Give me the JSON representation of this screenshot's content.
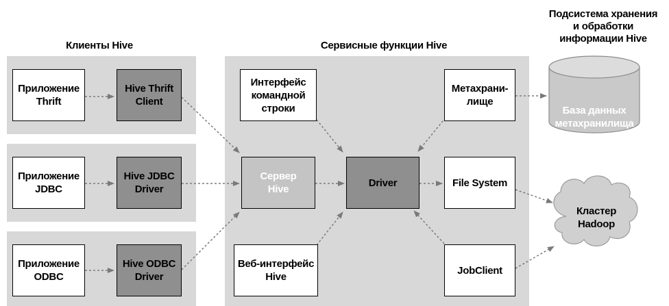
{
  "headings": {
    "clients": "Клиенты Hive",
    "services": "Сервисные функции Hive",
    "storage": "Подсистема хранения\nи обработки\nинформации Hive"
  },
  "clients": {
    "thrift_app": "Приложение\nThrift",
    "thrift_client": "Hive Thrift\nClient",
    "jdbc_app": "Приложение\nJDBC",
    "jdbc_driver": "Hive JDBC\nDriver",
    "odbc_app": "Приложение\nODBC",
    "odbc_driver": "Hive ODBC\nDriver"
  },
  "services": {
    "cli": "Интерфейс\nкомандной\nстроки",
    "metastore": "Метахрани-\nлище",
    "hive_server": "Сервер\nHive",
    "driver": "Driver",
    "file_system": "File System",
    "web_ui": "Веб-интерфейс\nHive",
    "job_client": "JobClient"
  },
  "storage": {
    "metastore_db": "База данных\nметахранилища",
    "hadoop_cluster": "Кластер\nHadoop"
  },
  "colors": {
    "panel": "#d8d8d8",
    "dark_box": "#8f8f8f",
    "light_box": "#c4c4c4",
    "database": "#c9c9c9",
    "cloud": "#d0d0d0",
    "arrow": "#7a7a7a"
  }
}
